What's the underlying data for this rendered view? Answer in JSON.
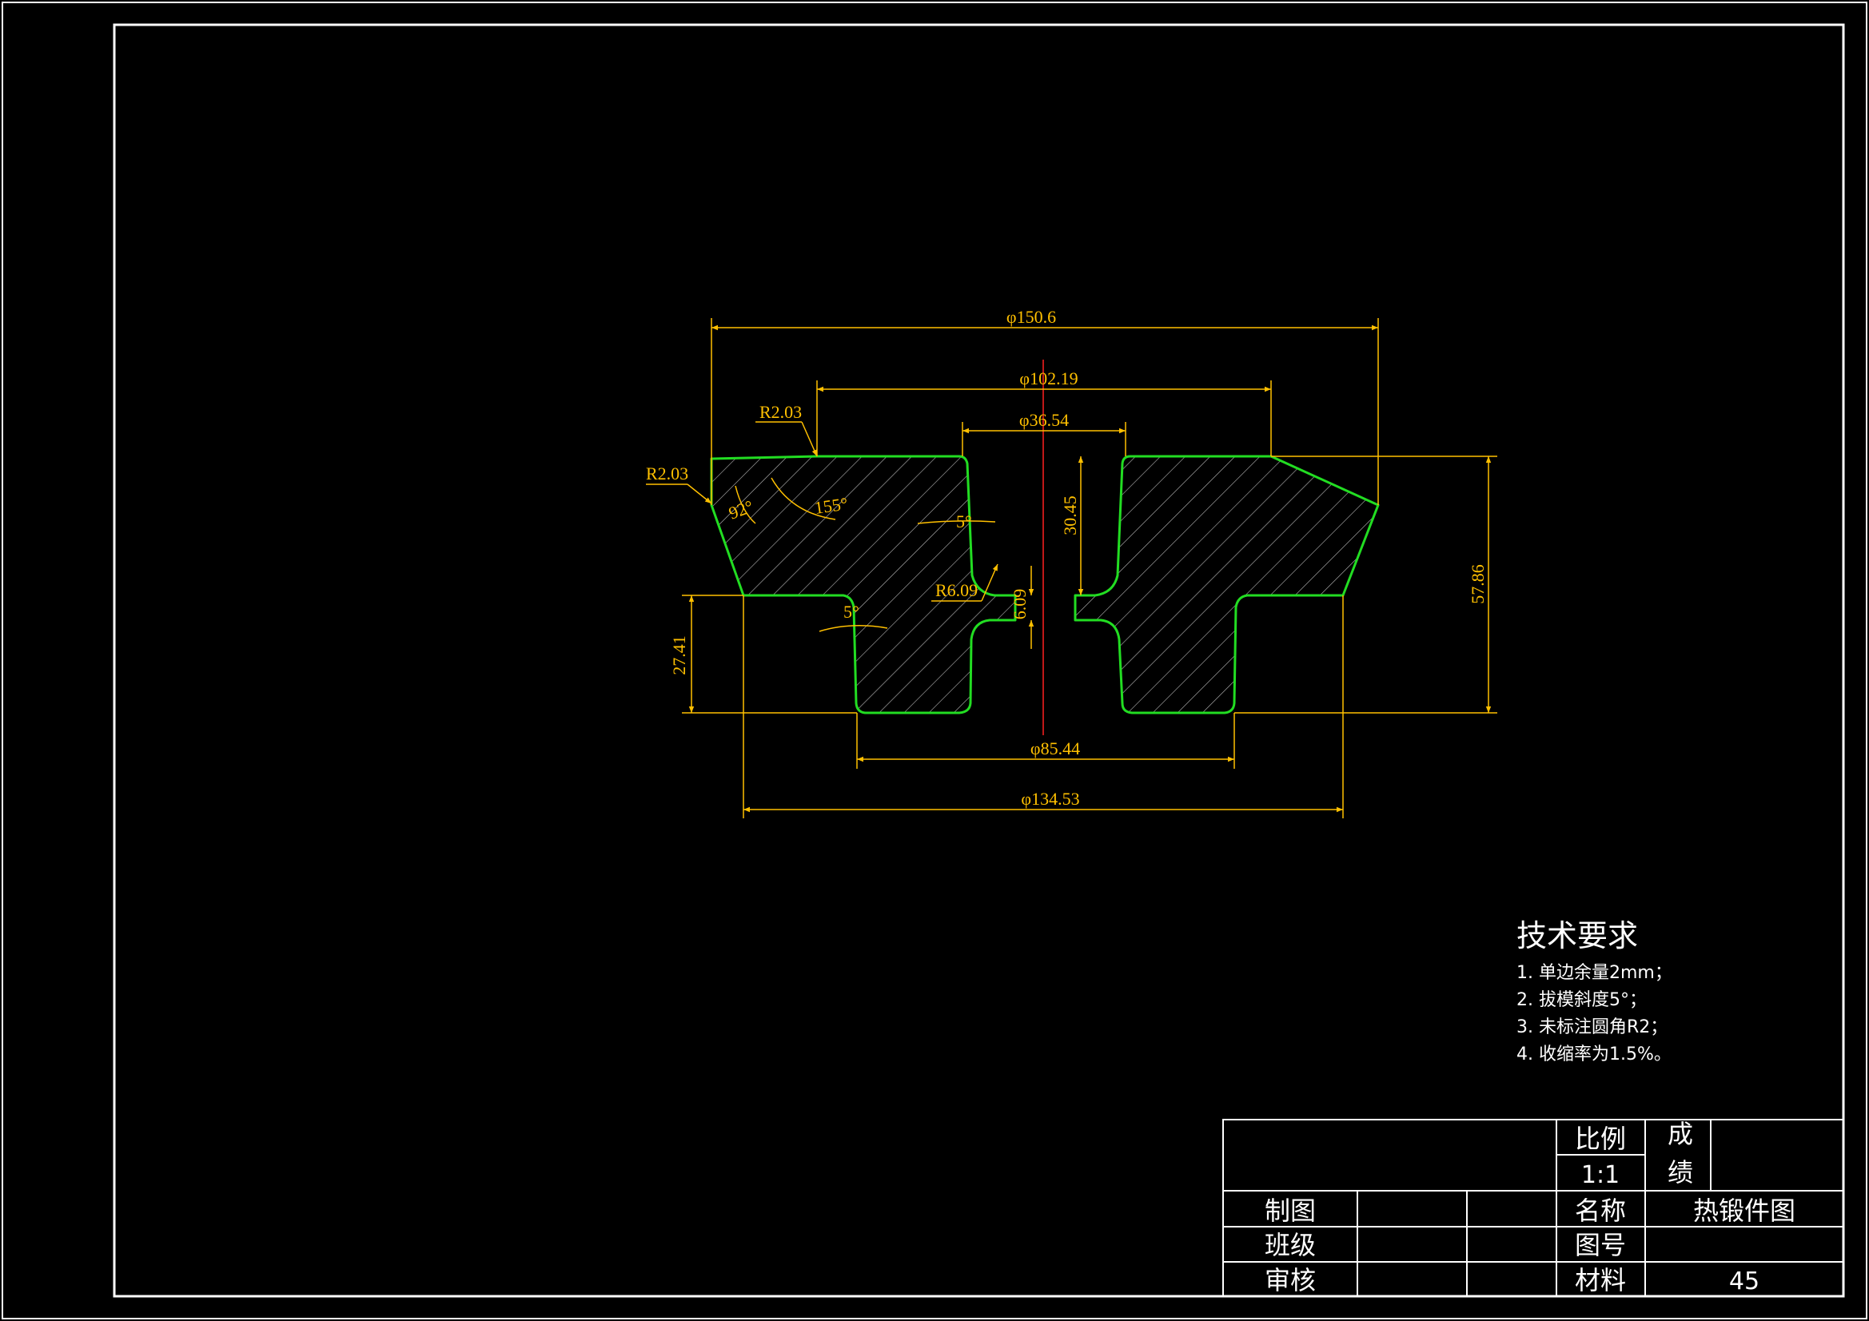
{
  "colors": {
    "background": "#000000",
    "frame": "#ffffff",
    "outline": "#22dd22",
    "dimension": "#ffc000",
    "hatch": "#c0c0c0",
    "centerline": "#ff2020"
  },
  "dimensions": {
    "d_outer_top": "φ150.6",
    "d_top_flat": "φ102.19",
    "d_bore": "φ36.54",
    "d_hub": "φ85.44",
    "d_base": "φ134.53",
    "r_top_corner": "R2.03",
    "r_left_corner": "R2.03",
    "r_web": "R6.09",
    "h_total": "57.86",
    "h_top_recess": "30.45",
    "h_hub": "27.41",
    "t_web": "6.09",
    "angle_92": "92°",
    "angle_155": "155°",
    "draft_upper": "5°",
    "draft_lower": "5°"
  },
  "notes": {
    "title": "技术要求",
    "items": [
      "1. 单边余量2mm；",
      "2. 拔模斜度5°；",
      "3. 未标注圆角R2；",
      "4. 收缩率为1.5%。"
    ]
  },
  "title_block": {
    "scale_label": "比例",
    "scale_value": "1:1",
    "grade_label_1": "成",
    "grade_label_2": "绩",
    "drawn_label": "制图",
    "class_label": "班级",
    "review_label": "审核",
    "name_label": "名称",
    "name_value": "热锻件图",
    "drawing_no_label": "图号",
    "drawing_no_value": "",
    "material_label": "材料",
    "material_value": "45"
  }
}
